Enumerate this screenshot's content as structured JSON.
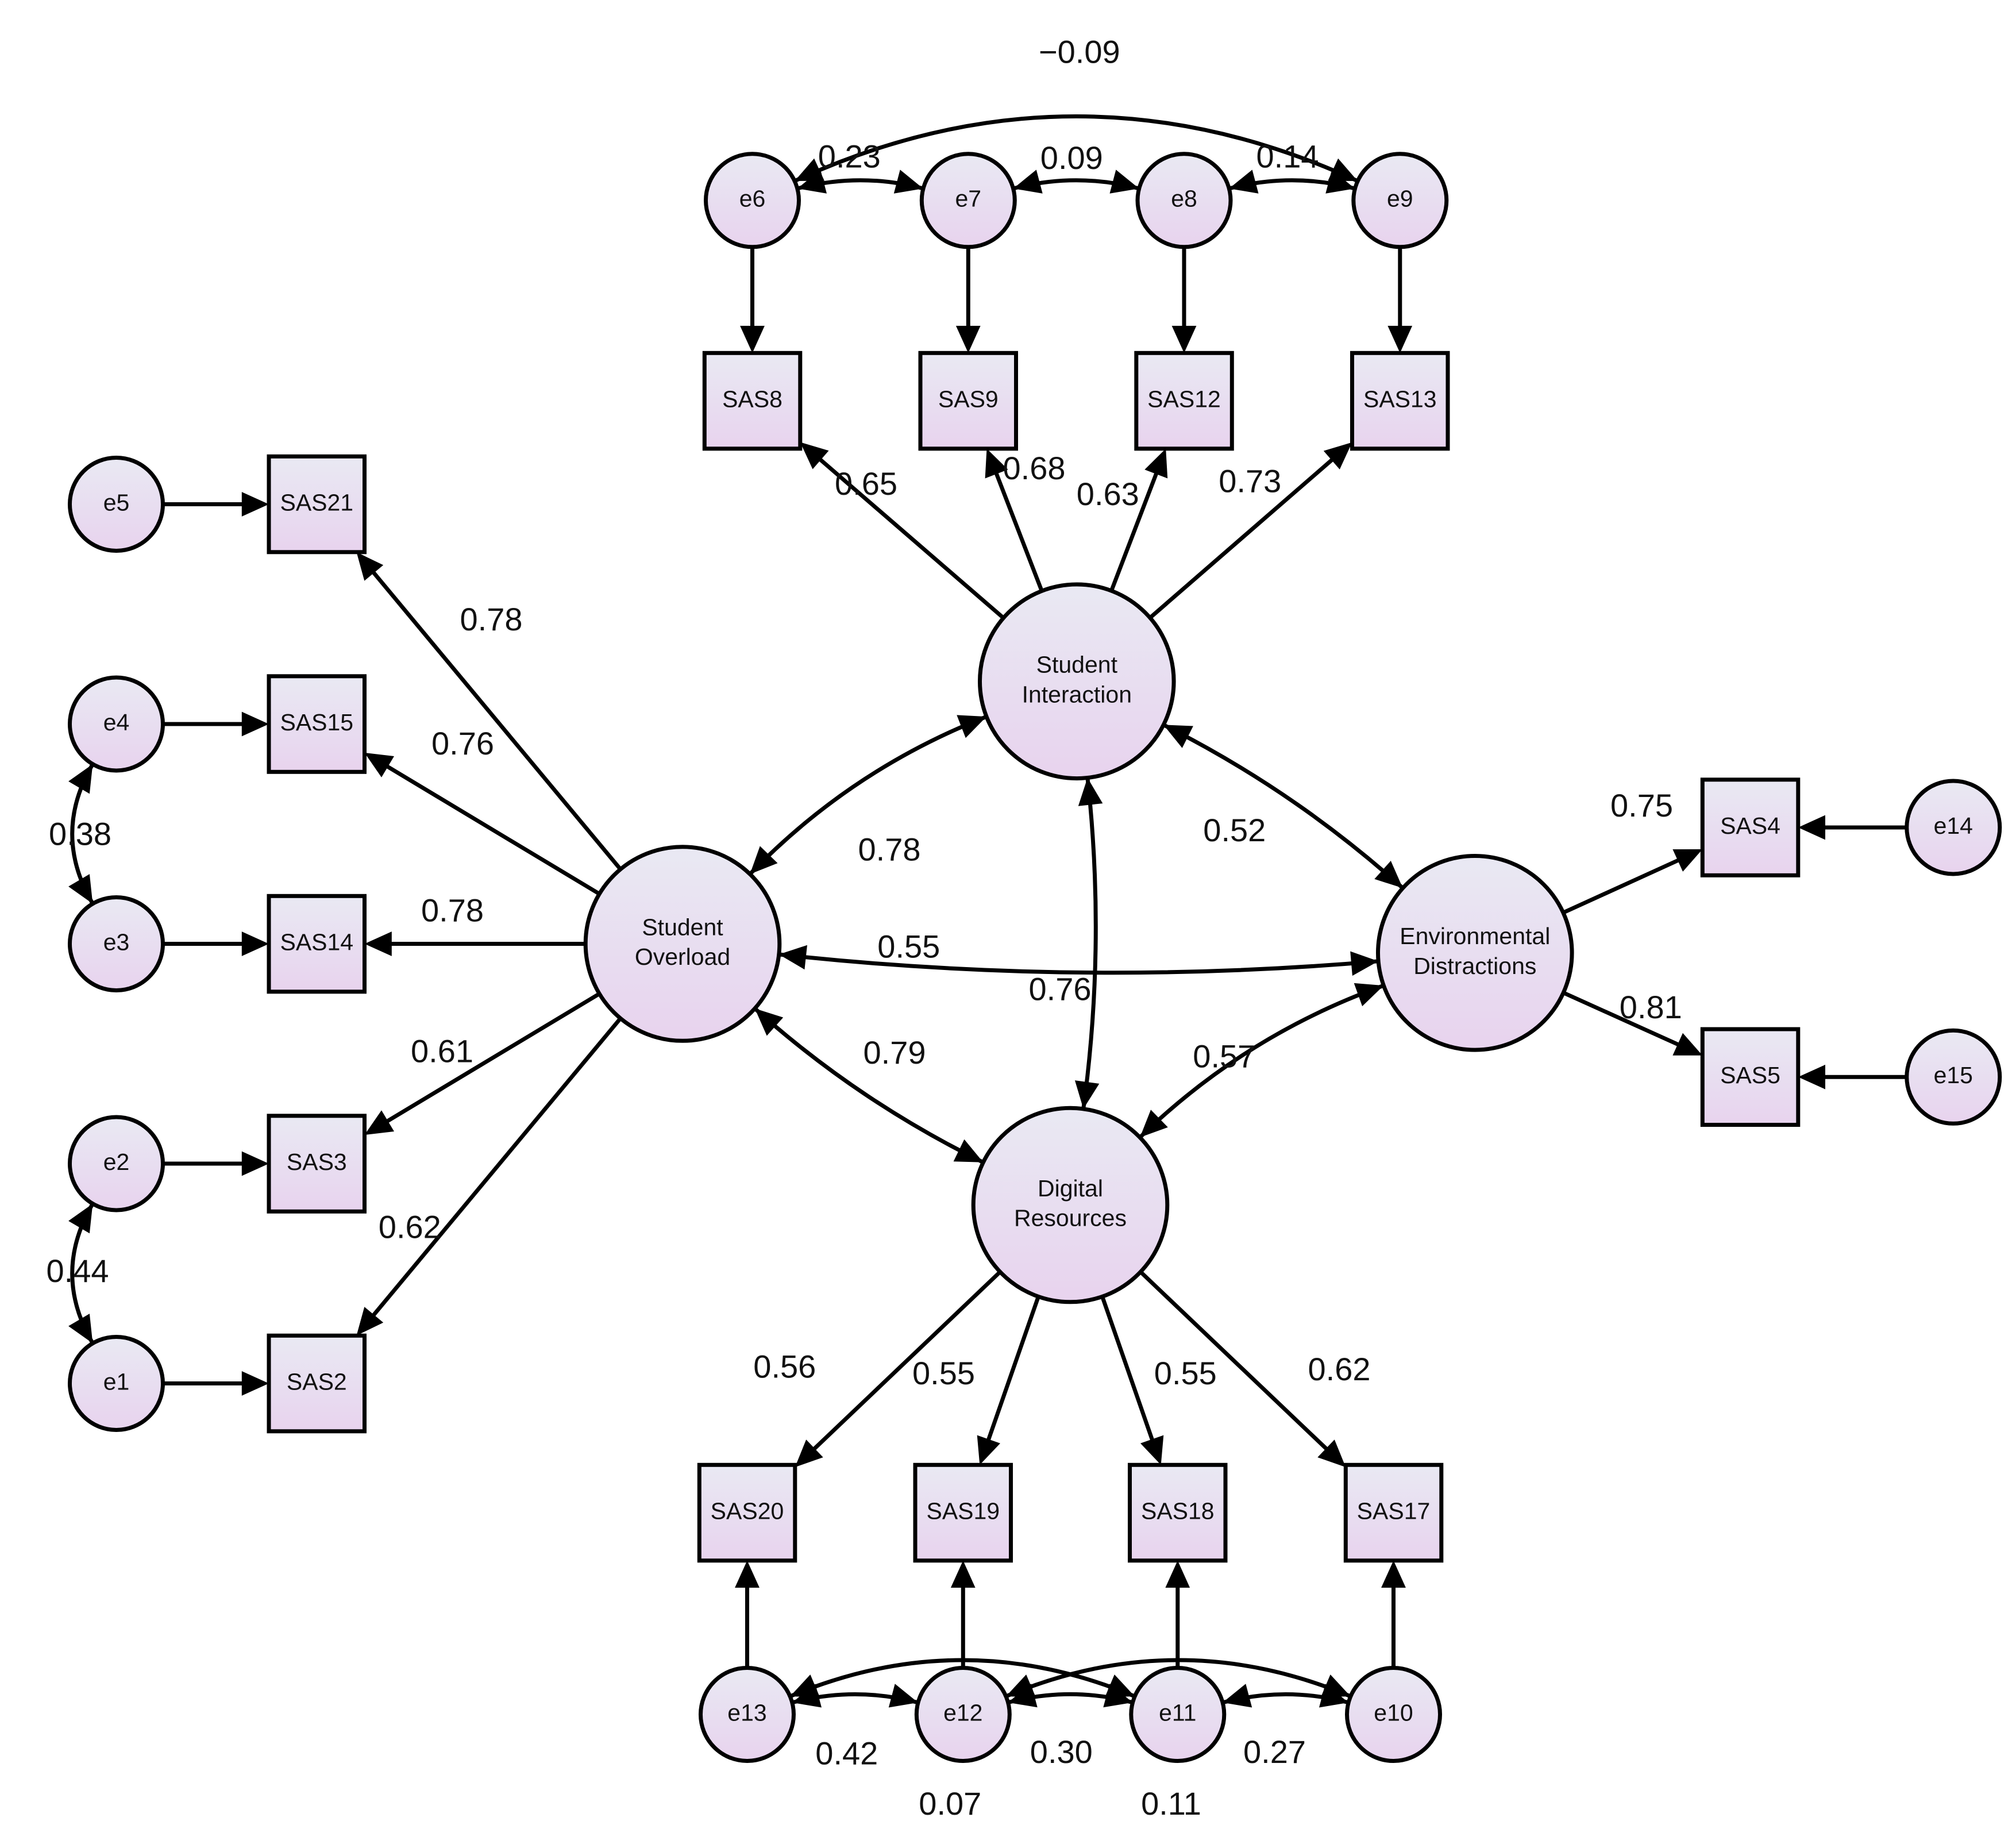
{
  "colors": {
    "fill_top": "#e9e9f3",
    "fill_bottom": "#e8d3ee",
    "stroke": "#000000"
  },
  "latents": [
    {
      "id": "SO",
      "lines": [
        "Student",
        "Overload"
      ]
    },
    {
      "id": "SI",
      "lines": [
        "Student",
        "Interaction"
      ]
    },
    {
      "id": "ED",
      "lines": [
        "Environmental",
        "Distractions"
      ]
    },
    {
      "id": "DR",
      "lines": [
        "Digital",
        "Resources"
      ]
    }
  ],
  "observed": [
    {
      "id": "SAS8",
      "label": "SAS8"
    },
    {
      "id": "SAS9",
      "label": "SAS9"
    },
    {
      "id": "SAS12",
      "label": "SAS12"
    },
    {
      "id": "SAS13",
      "label": "SAS13"
    },
    {
      "id": "SAS21",
      "label": "SAS21"
    },
    {
      "id": "SAS15",
      "label": "SAS15"
    },
    {
      "id": "SAS14",
      "label": "SAS14"
    },
    {
      "id": "SAS3",
      "label": "SAS3"
    },
    {
      "id": "SAS2",
      "label": "SAS2"
    },
    {
      "id": "SAS4",
      "label": "SAS4"
    },
    {
      "id": "SAS5",
      "label": "SAS5"
    },
    {
      "id": "SAS20",
      "label": "SAS20"
    },
    {
      "id": "SAS19",
      "label": "SAS19"
    },
    {
      "id": "SAS18",
      "label": "SAS18"
    },
    {
      "id": "SAS17",
      "label": "SAS17"
    }
  ],
  "errors": [
    {
      "id": "e1",
      "label": "e1"
    },
    {
      "id": "e2",
      "label": "e2"
    },
    {
      "id": "e3",
      "label": "e3"
    },
    {
      "id": "e4",
      "label": "e4"
    },
    {
      "id": "e5",
      "label": "e5"
    },
    {
      "id": "e6",
      "label": "e6"
    },
    {
      "id": "e7",
      "label": "e7"
    },
    {
      "id": "e8",
      "label": "e8"
    },
    {
      "id": "e9",
      "label": "e9"
    },
    {
      "id": "e10",
      "label": "e10"
    },
    {
      "id": "e11",
      "label": "e11"
    },
    {
      "id": "e12",
      "label": "e12"
    },
    {
      "id": "e13",
      "label": "e13"
    },
    {
      "id": "e14",
      "label": "e14"
    },
    {
      "id": "e15",
      "label": "e15"
    }
  ],
  "loadings": [
    {
      "from": "SI",
      "to": "SAS8",
      "value": "0.65"
    },
    {
      "from": "SI",
      "to": "SAS9",
      "value": "0.68"
    },
    {
      "from": "SI",
      "to": "SAS12",
      "value": "0.63"
    },
    {
      "from": "SI",
      "to": "SAS13",
      "value": "0.73"
    },
    {
      "from": "SO",
      "to": "SAS21",
      "value": "0.78"
    },
    {
      "from": "SO",
      "to": "SAS15",
      "value": "0.76"
    },
    {
      "from": "SO",
      "to": "SAS14",
      "value": "0.78"
    },
    {
      "from": "SO",
      "to": "SAS3",
      "value": "0.61"
    },
    {
      "from": "SO",
      "to": "SAS2",
      "value": "0.62"
    },
    {
      "from": "ED",
      "to": "SAS4",
      "value": "0.75"
    },
    {
      "from": "ED",
      "to": "SAS5",
      "value": "0.81"
    },
    {
      "from": "DR",
      "to": "SAS20",
      "value": "0.56"
    },
    {
      "from": "DR",
      "to": "SAS19",
      "value": "0.55"
    },
    {
      "from": "DR",
      "to": "SAS18",
      "value": "0.55"
    },
    {
      "from": "DR",
      "to": "SAS17",
      "value": "0.62"
    }
  ],
  "error_paths": [
    {
      "from": "e1",
      "to": "SAS2"
    },
    {
      "from": "e2",
      "to": "SAS3"
    },
    {
      "from": "e3",
      "to": "SAS14"
    },
    {
      "from": "e4",
      "to": "SAS15"
    },
    {
      "from": "e5",
      "to": "SAS21"
    },
    {
      "from": "e6",
      "to": "SAS8"
    },
    {
      "from": "e7",
      "to": "SAS9"
    },
    {
      "from": "e8",
      "to": "SAS12"
    },
    {
      "from": "e9",
      "to": "SAS13"
    },
    {
      "from": "e10",
      "to": "SAS17"
    },
    {
      "from": "e11",
      "to": "SAS18"
    },
    {
      "from": "e12",
      "to": "SAS19"
    },
    {
      "from": "e13",
      "to": "SAS20"
    },
    {
      "from": "e14",
      "to": "SAS4"
    },
    {
      "from": "e15",
      "to": "SAS5"
    }
  ],
  "latent_correlations": [
    {
      "a": "SO",
      "b": "SI",
      "value": "0.78"
    },
    {
      "a": "SO",
      "b": "ED",
      "value": "0.55"
    },
    {
      "a": "SO",
      "b": "DR",
      "value": "0.79"
    },
    {
      "a": "SI",
      "b": "DR",
      "value": "0.76"
    },
    {
      "a": "SI",
      "b": "ED",
      "value": "0.52"
    },
    {
      "a": "ED",
      "b": "DR",
      "value": "0.57"
    }
  ],
  "error_covariances": [
    {
      "a": "e6",
      "b": "e9",
      "value": "−0.09"
    },
    {
      "a": "e6",
      "b": "e7",
      "value": "0.23"
    },
    {
      "a": "e7",
      "b": "e8",
      "value": "0.09"
    },
    {
      "a": "e8",
      "b": "e9",
      "value": "0.14"
    },
    {
      "a": "e4",
      "b": "e3",
      "value": "0.38"
    },
    {
      "a": "e2",
      "b": "e1",
      "value": "0.44"
    },
    {
      "a": "e13",
      "b": "e12",
      "value": "0.42"
    },
    {
      "a": "e12",
      "b": "e11",
      "value": "0.30"
    },
    {
      "a": "e11",
      "b": "e10",
      "value": "0.27"
    },
    {
      "a": "e13",
      "b": "e11",
      "value": "0.07"
    },
    {
      "a": "e12",
      "b": "e10",
      "value": "0.11"
    }
  ]
}
